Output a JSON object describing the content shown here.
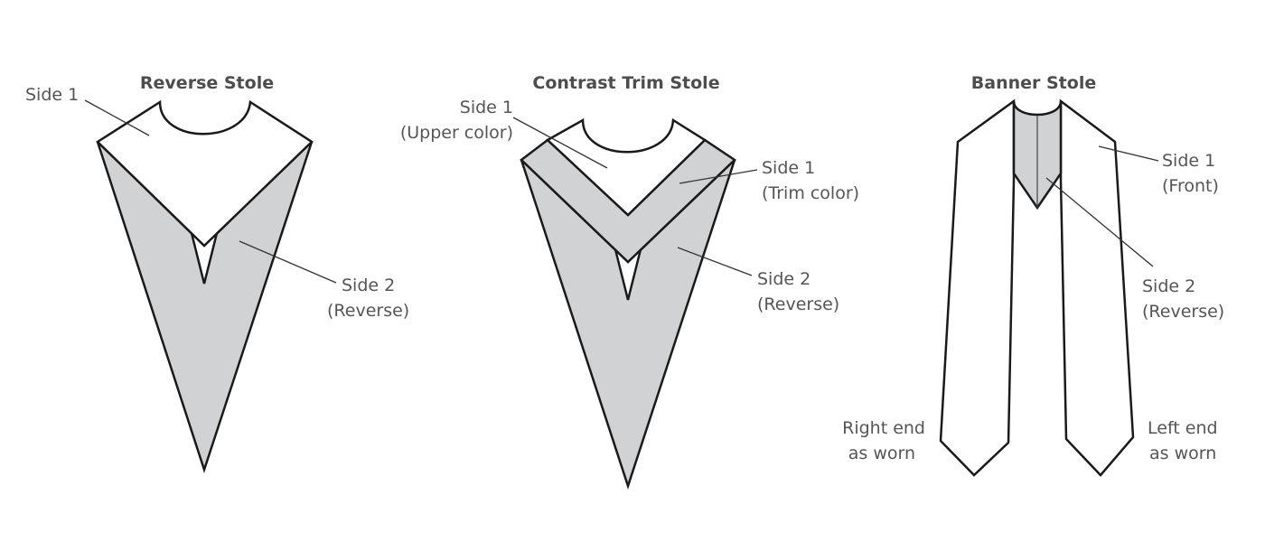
{
  "colors": {
    "reverse_fill": "#d1d2d4",
    "front_fill": "#ffffff",
    "outline": "#1a1a1a",
    "text": "#555555"
  },
  "reverse_stole": {
    "title": "Reverse Stole",
    "side1": "Side 1",
    "side2_line1": "Side 2",
    "side2_line2": "(Reverse)"
  },
  "contrast_trim_stole": {
    "title": "Contrast Trim Stole",
    "upper_line1": "Side 1",
    "upper_line2": "(Upper color)",
    "trim_line1": "Side 1",
    "trim_line2": "(Trim color)",
    "side2_line1": "Side 2",
    "side2_line2": "(Reverse)"
  },
  "banner_stole": {
    "title": "Banner Stole",
    "front_line1": "Side 1",
    "front_line2": "(Front)",
    "side2_line1": "Side 2",
    "side2_line2": "(Reverse)",
    "right_end_line1": "Right end",
    "right_end_line2": "as worn",
    "left_end_line1": "Left end",
    "left_end_line2": "as worn"
  }
}
